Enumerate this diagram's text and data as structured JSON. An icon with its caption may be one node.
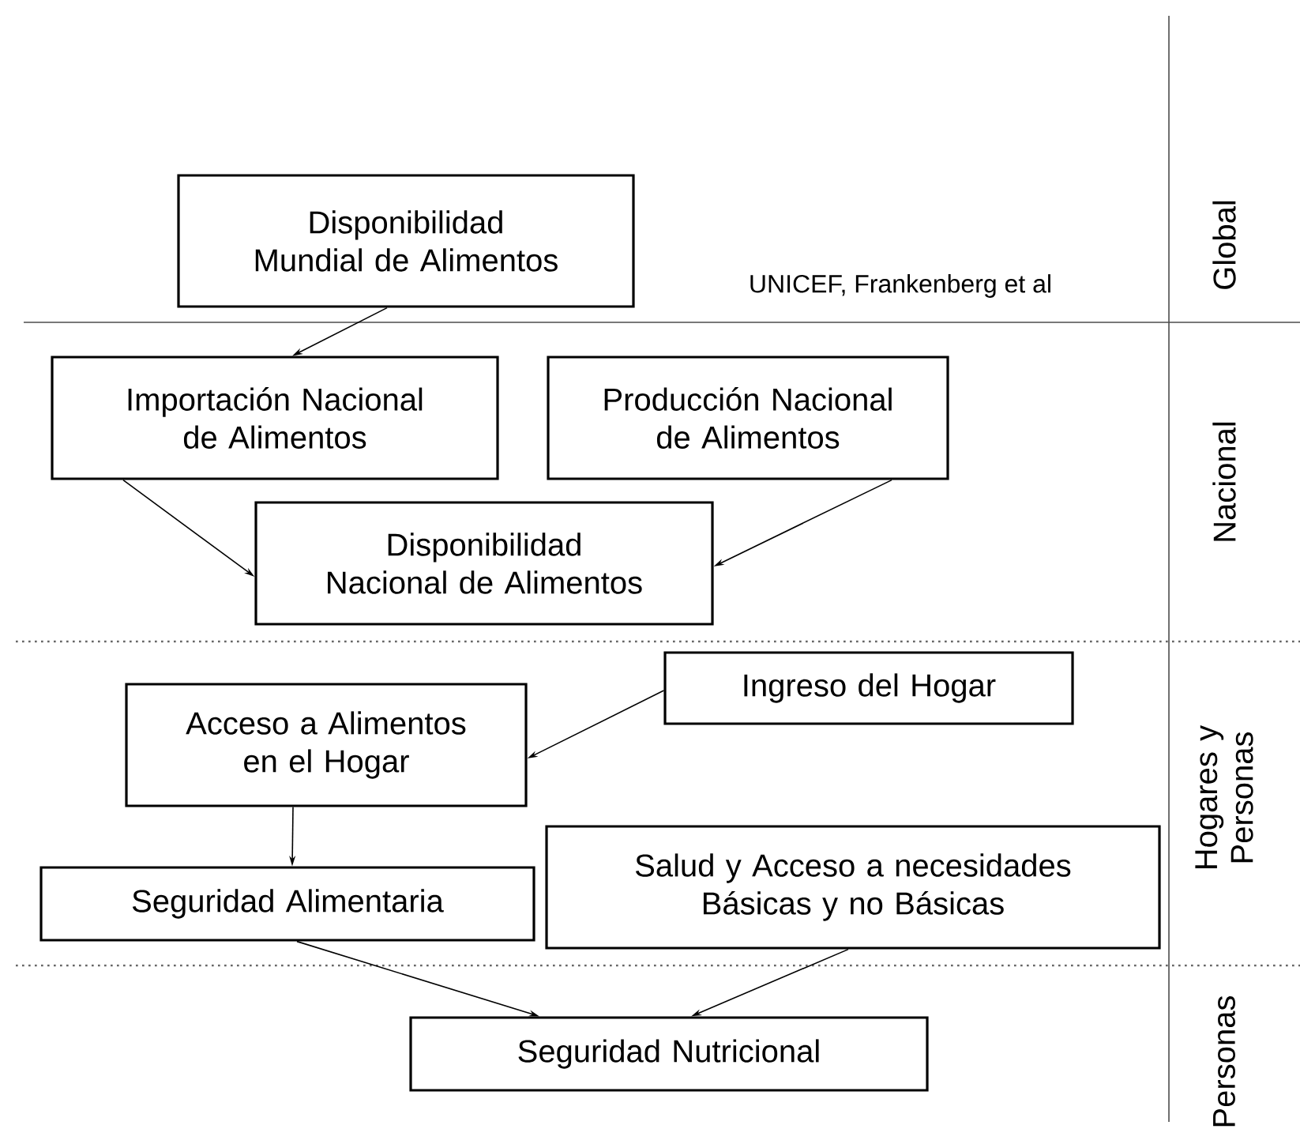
{
  "diagram": {
    "nodes": [
      {
        "text": [
          "Disponibilidad Mundial de Alimentos"
        ]
      },
      {
        "text": [
          "Importación Nacional de Alimentos"
        ]
      },
      {
        "text": [
          "Producción Nacional de Alimentos"
        ]
      },
      {
        "text": [
          "Disponibilidad Nacional de Alimentos"
        ]
      },
      {
        "text": [
          "Ingreso del Hogar"
        ]
      },
      {
        "text": [
          "Acceso a Alimentos en el Hogar"
        ]
      },
      {
        "text": [
          "Seguridad Alimentaria"
        ]
      },
      {
        "text": [
          "Salud y Acceso a necesidades Básicas y no Básicas"
        ]
      },
      {
        "text": [
          "Seguridad Nutricional"
        ]
      }
    ],
    "edges": [
      {
        "from": 0,
        "to": 1,
        "arrow": "to"
      },
      {
        "from": 1,
        "to": 3,
        "arrow": "to"
      },
      {
        "from": 2,
        "to": 3,
        "arrow": "to"
      },
      {
        "from": 4,
        "to": 5,
        "arrow": "to"
      },
      {
        "from": 5,
        "to": 6,
        "arrow": "to"
      },
      {
        "from": 6,
        "to": 8,
        "arrow": "to"
      },
      {
        "from": 7,
        "to": 8,
        "arrow": "to"
      }
    ],
    "labels": [
      "Global",
      "UNICEF, Frankenberg et al",
      "Nacional",
      "Hogares y Personas",
      "Personas"
    ]
  }
}
